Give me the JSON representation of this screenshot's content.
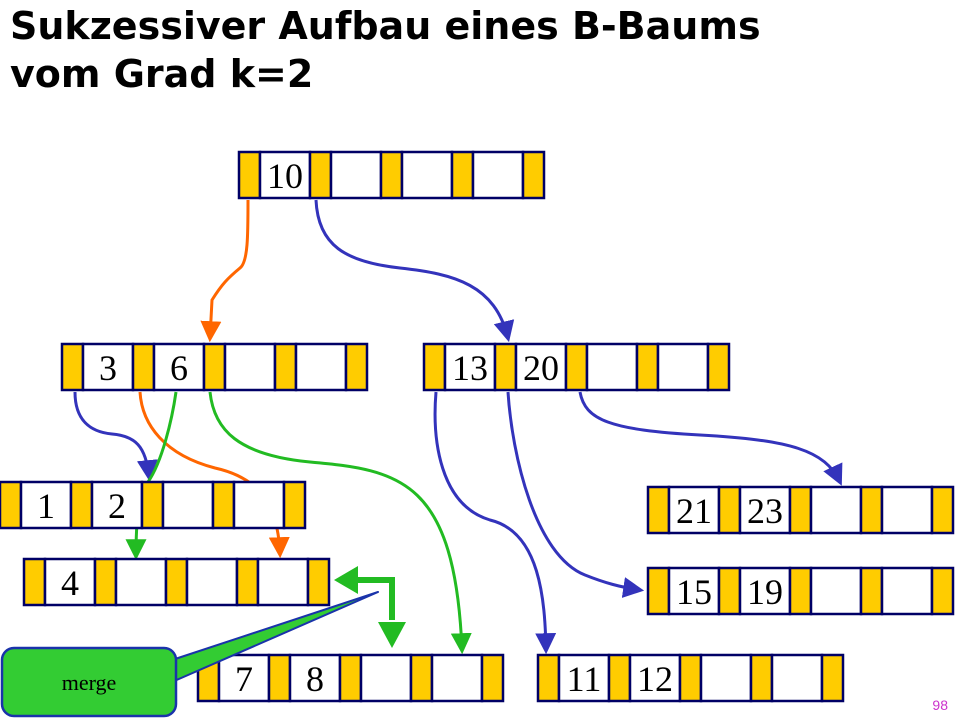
{
  "title": {
    "line1": "Sukzessiver Aufbau eines B-Baums",
    "line2": "vom Grad k=2"
  },
  "nodes": [
    {
      "id": "root",
      "keys": [
        "10",
        "",
        "",
        ""
      ]
    },
    {
      "id": "inner-left",
      "keys": [
        "3",
        "6",
        "",
        ""
      ]
    },
    {
      "id": "inner-right",
      "keys": [
        "13",
        "20",
        "",
        ""
      ]
    },
    {
      "id": "leaf-1-2",
      "keys": [
        "1",
        "2",
        "",
        ""
      ]
    },
    {
      "id": "leaf-4",
      "keys": [
        "4",
        "",
        "",
        ""
      ]
    },
    {
      "id": "leaf-7-8",
      "keys": [
        "7",
        "8",
        "",
        ""
      ]
    },
    {
      "id": "leaf-11-12",
      "keys": [
        "11",
        "12",
        "",
        ""
      ]
    },
    {
      "id": "leaf-15-19",
      "keys": [
        "15",
        "19",
        "",
        ""
      ]
    },
    {
      "id": "leaf-21-23",
      "keys": [
        "21",
        "23",
        "",
        ""
      ]
    }
  ],
  "callout": {
    "label": "merge"
  },
  "page_number": "98",
  "colors": {
    "pointer_slot": "#ffcc00",
    "key_slot": "#ffffff",
    "node_border": "#000066",
    "edge_orange": "#ff6600",
    "edge_blue": "#3333bb",
    "edge_green": "#22bb22",
    "callout_fill": "#33cc33",
    "callout_border": "#1a33aa"
  }
}
